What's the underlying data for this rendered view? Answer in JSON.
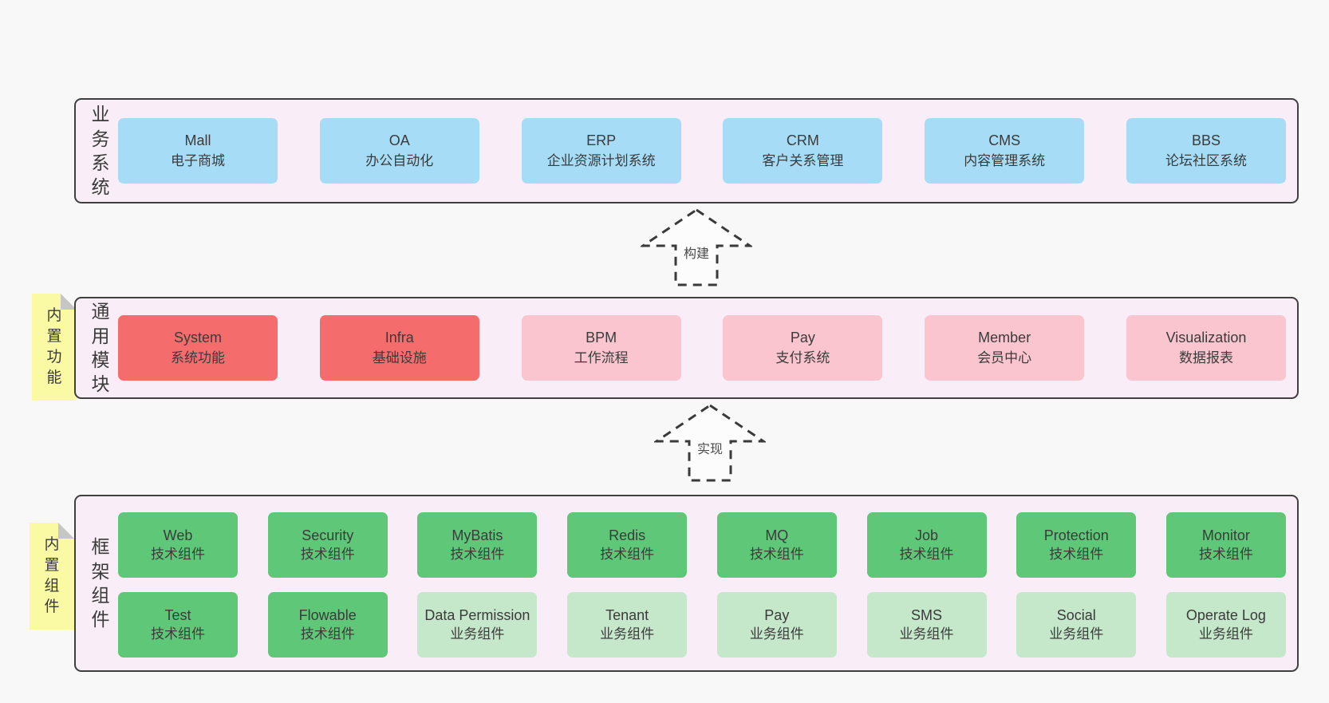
{
  "colors": {
    "background": "#f8f8f8",
    "container_fill": "#f9eef7",
    "container_border": "#3f3f3f",
    "blue": "#a6dcf5",
    "red": "#f56c6c",
    "pink": "#fac5ce",
    "green": "#5ec878",
    "light_green": "#c5e7ca",
    "note_yellow": "#fafaa5",
    "note_fold_gray": "#c6c6c6",
    "text": "#3b3b3b"
  },
  "arrows": [
    {
      "label": "构建",
      "direction": "up"
    },
    {
      "label": "实现",
      "direction": "up"
    }
  ],
  "layers": [
    {
      "id": "business-systems",
      "side_label": "业务系统",
      "boxes": [
        {
          "name": "Mall",
          "desc": "电子商城",
          "variant": "blue"
        },
        {
          "name": "OA",
          "desc": "办公自动化",
          "variant": "blue"
        },
        {
          "name": "ERP",
          "desc": "企业资源计划系统",
          "variant": "blue"
        },
        {
          "name": "CRM",
          "desc": "客户关系管理",
          "variant": "blue"
        },
        {
          "name": "CMS",
          "desc": "内容管理系统",
          "variant": "blue"
        },
        {
          "name": "BBS",
          "desc": "论坛社区系统",
          "variant": "blue"
        }
      ]
    },
    {
      "id": "common-modules",
      "side_label": "通用模块",
      "sticky_note": "内置功能",
      "boxes": [
        {
          "name": "System",
          "desc": "系统功能",
          "variant": "red"
        },
        {
          "name": "Infra",
          "desc": "基础设施",
          "variant": "red"
        },
        {
          "name": "BPM",
          "desc": "工作流程",
          "variant": "pink"
        },
        {
          "name": "Pay",
          "desc": "支付系统",
          "variant": "pink"
        },
        {
          "name": "Member",
          "desc": "会员中心",
          "variant": "pink"
        },
        {
          "name": "Visualization",
          "desc": "数据报表",
          "variant": "pink"
        }
      ]
    },
    {
      "id": "framework-components",
      "side_label": "框架组件",
      "sticky_note": "内置组件",
      "rows": [
        [
          {
            "name": "Web",
            "desc": "技术组件",
            "variant": "green"
          },
          {
            "name": "Security",
            "desc": "技术组件",
            "variant": "green"
          },
          {
            "name": "MyBatis",
            "desc": "技术组件",
            "variant": "green"
          },
          {
            "name": "Redis",
            "desc": "技术组件",
            "variant": "green"
          },
          {
            "name": "MQ",
            "desc": "技术组件",
            "variant": "green"
          },
          {
            "name": "Job",
            "desc": "技术组件",
            "variant": "green"
          },
          {
            "name": "Protection",
            "desc": "技术组件",
            "variant": "green"
          },
          {
            "name": "Monitor",
            "desc": "技术组件",
            "variant": "green"
          }
        ],
        [
          {
            "name": "Test",
            "desc": "技术组件",
            "variant": "green"
          },
          {
            "name": "Flowable",
            "desc": "技术组件",
            "variant": "green"
          },
          {
            "name": "Data Permission",
            "desc": "业务组件",
            "variant": "lightgreen"
          },
          {
            "name": "Tenant",
            "desc": "业务组件",
            "variant": "lightgreen"
          },
          {
            "name": "Pay",
            "desc": "业务组件",
            "variant": "lightgreen"
          },
          {
            "name": "SMS",
            "desc": "业务组件",
            "variant": "lightgreen"
          },
          {
            "name": "Social",
            "desc": "业务组件",
            "variant": "lightgreen"
          },
          {
            "name": "Operate Log",
            "desc": "业务组件",
            "variant": "lightgreen"
          }
        ]
      ]
    }
  ]
}
